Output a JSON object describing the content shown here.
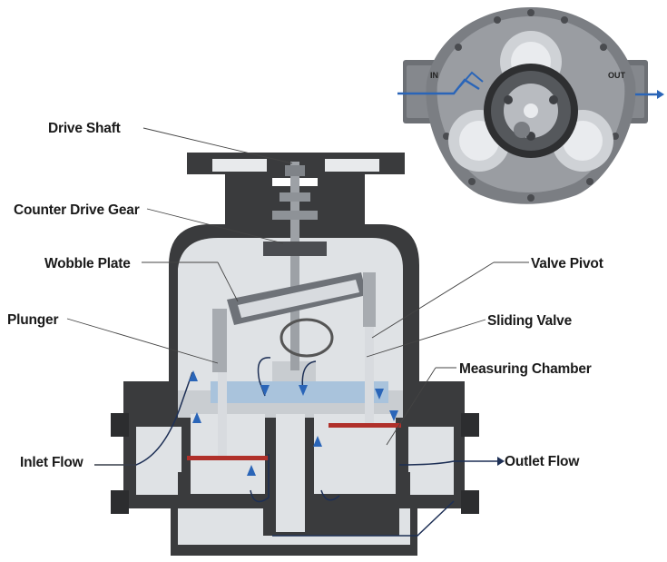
{
  "labels": {
    "drive_shaft": "Drive Shaft",
    "counter_drive_gear": "Counter Drive Gear",
    "wobble_plate": "Wobble Plate",
    "plunger": "Plunger",
    "inlet_flow": "Inlet Flow",
    "valve_pivot": "Valve Pivot",
    "sliding_valve": "Sliding Valve",
    "measuring_chamber": "Measuring Chamber",
    "outlet_flow": "Outlet Flow"
  },
  "top_view": {
    "in_label": "IN",
    "out_label": "OUT"
  },
  "colors": {
    "housing": "#3a3b3d",
    "chamber": "#dfe2e5",
    "flow_arrow": "#2a65b8",
    "seal": "#b0302a"
  }
}
